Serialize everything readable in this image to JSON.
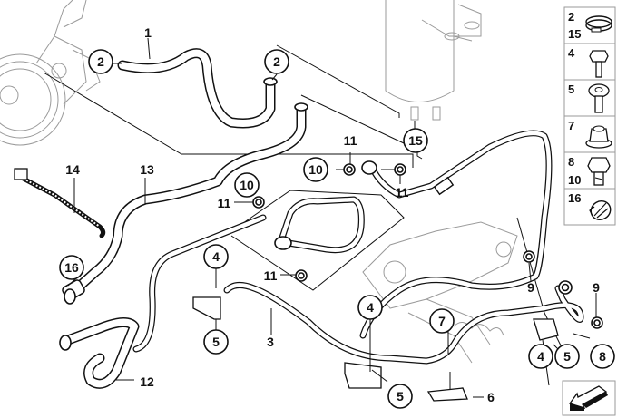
{
  "diagram": {
    "callouts": {
      "c1": "1",
      "c2a": "2",
      "c2b": "2",
      "c3": "3",
      "c4a": "4",
      "c4b": "4",
      "c4c": "4",
      "c5a": "5",
      "c5b": "5",
      "c5c": "5",
      "c6": "6",
      "c7": "7",
      "c8": "8",
      "c9a": "9",
      "c9b": "9",
      "c10a": "10",
      "c10b": "10",
      "c11a": "11",
      "c11b": "11",
      "c11c": "11",
      "c11d": "11",
      "c12": "12",
      "c13": "13",
      "c14": "14",
      "c15": "15",
      "c16": "16"
    },
    "legend": [
      {
        "numbers": [
          "2",
          "15"
        ],
        "icon": "hose-clamp-icon"
      },
      {
        "numbers": [
          "4"
        ],
        "icon": "hex-bolt-icon"
      },
      {
        "numbers": [
          "5"
        ],
        "icon": "button-head-screw-icon"
      },
      {
        "numbers": [
          "7"
        ],
        "icon": "hex-flange-nut-icon"
      },
      {
        "numbers": [
          "8",
          "10"
        ],
        "icon": "banjo-bolt-icon"
      },
      {
        "numbers": [
          "16"
        ],
        "icon": "hose-clip-icon"
      }
    ],
    "direction_icon": "front-direction-arrow-icon"
  }
}
